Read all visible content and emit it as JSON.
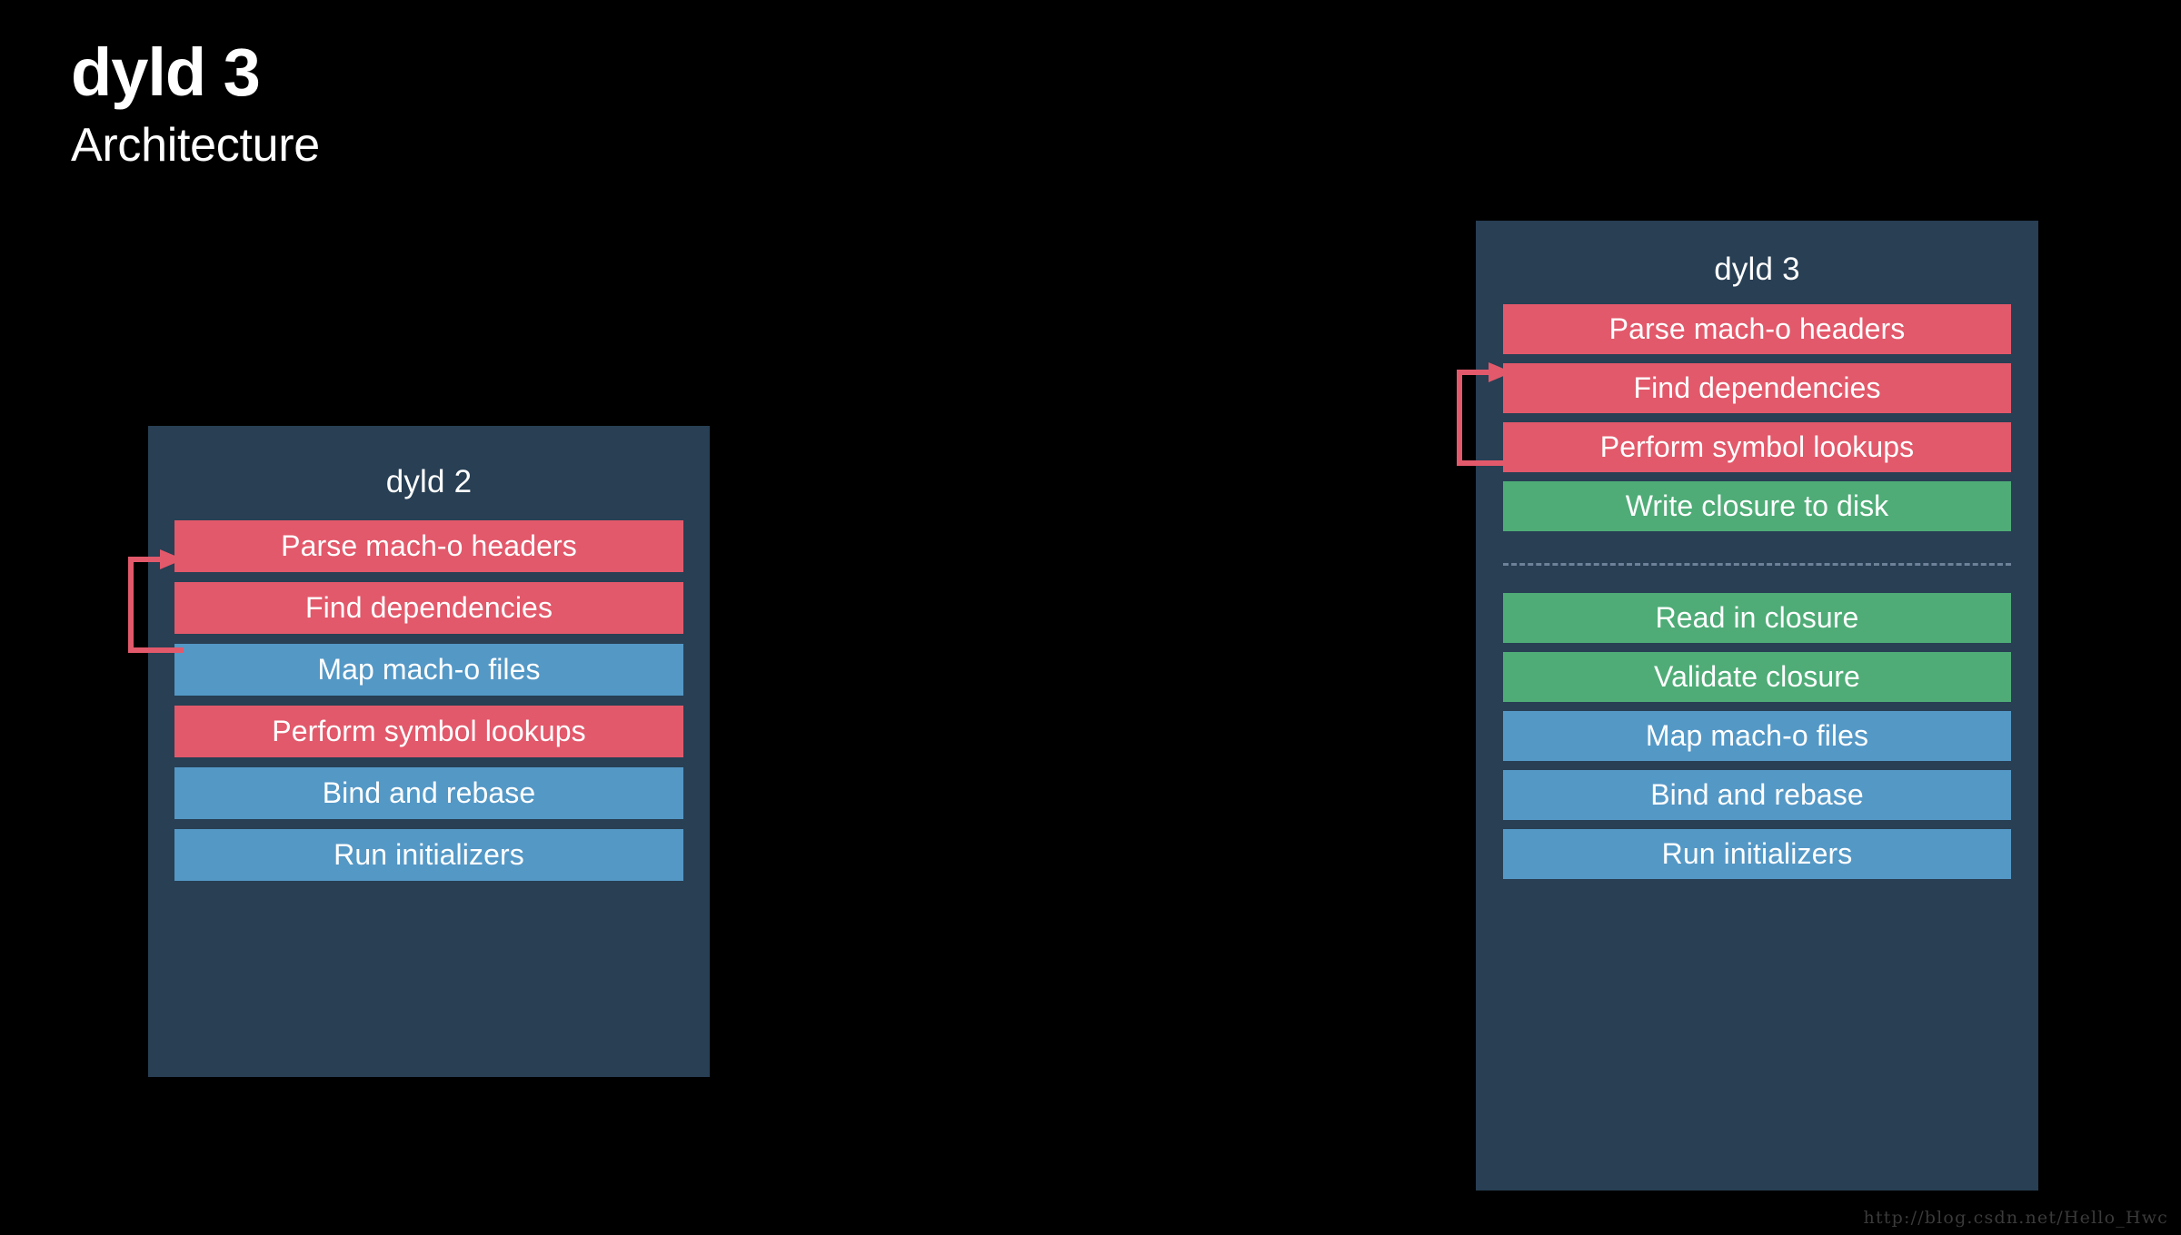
{
  "slide": {
    "title": "dyld 3",
    "subtitle": "Architecture",
    "background_color": "#000000"
  },
  "colors": {
    "panel_bg": "#283f54",
    "red": "#e2596b",
    "blue": "#5498c6",
    "green": "#4fac77",
    "divider": "#6d8298",
    "text": "#ffffff"
  },
  "panels": [
    {
      "id": "dyld2",
      "title": "dyld 2",
      "steps": [
        {
          "label": "Parse mach-o headers",
          "color": "red"
        },
        {
          "label": "Find dependencies",
          "color": "red"
        },
        {
          "label": "Map mach-o files",
          "color": "blue"
        },
        {
          "label": "Perform symbol lookups",
          "color": "red"
        },
        {
          "label": "Bind and rebase",
          "color": "blue"
        },
        {
          "label": "Run initializers",
          "color": "blue"
        }
      ],
      "loop_arrow": {
        "from_step": "Find dependencies",
        "to_step": "Parse mach-o headers",
        "color": "#e2596b"
      }
    },
    {
      "id": "dyld3",
      "title": "dyld 3",
      "steps_above_divider": [
        {
          "label": "Parse mach-o headers",
          "color": "red"
        },
        {
          "label": "Find dependencies",
          "color": "red"
        },
        {
          "label": "Perform symbol lookups",
          "color": "red"
        },
        {
          "label": "Write closure to disk",
          "color": "green"
        }
      ],
      "steps_below_divider": [
        {
          "label": "Read in closure",
          "color": "green"
        },
        {
          "label": "Validate closure",
          "color": "green"
        },
        {
          "label": "Map mach-o files",
          "color": "blue"
        },
        {
          "label": "Bind and rebase",
          "color": "blue"
        },
        {
          "label": "Run initializers",
          "color": "blue"
        }
      ],
      "loop_arrow": {
        "from_step": "Find dependencies",
        "to_step": "Parse mach-o headers",
        "color": "#e2596b"
      }
    }
  ],
  "watermark": "http://blog.csdn.net/Hello_Hwc"
}
